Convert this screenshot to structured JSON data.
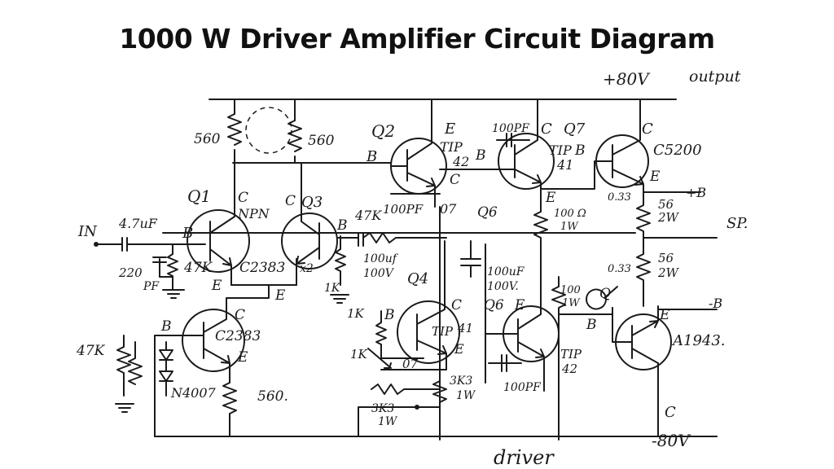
{
  "title": "1000 W Driver Amplifier Circuit Diagram",
  "labels": {
    "plus80v": "+80V",
    "output": "output",
    "minus80v": "-80V",
    "driver": "driver",
    "in": "IN",
    "cap_in": "4.7uF",
    "r_220pf": "220",
    "pf": "PF",
    "r_47k": "47K",
    "r_560_a": "560",
    "r_560_b": "560",
    "q1": "Q1",
    "q1_c": "C",
    "q1_npn": "NPN",
    "q1_b": "B",
    "q1_e": "E",
    "q1_part": "C2383",
    "q2": "Q2",
    "q2_e": "E",
    "q2_tip": "TIP",
    "q2_tip_no": "42",
    "q2_b": "B",
    "q2_c": "C",
    "q3": "Q3",
    "q3_c": "C",
    "q3_b": "B",
    "q3_x2": "x2",
    "q3_e": "E",
    "r_47k_series": "47K",
    "c_100pf_a": "100PF",
    "r_07_a": "07",
    "q6_top": "Q6",
    "c_100pf_b": "100PF",
    "q7": "Q7",
    "q7_c": "C",
    "q7_tip": "TIP",
    "q7_tip_no": "41",
    "q7_b": "B",
    "q7_e": "E",
    "r_100ohm_1w_a": "100 Ω",
    "r_1w_a": "1W",
    "q8_c": "C",
    "q8_part": "C5200",
    "q8_b": "B",
    "q8_e": "E",
    "r_033_a": "0.33",
    "r_56_a": "56",
    "r_2w_a": "2W",
    "plus_b": "+B",
    "sp": "SP.",
    "r_033_b": "0.33",
    "r_56_b": "56",
    "r_2w_b": "2W",
    "cap_100uf_a": "100uf",
    "cap_100v_a": "100V",
    "r_1k_a": "1K",
    "cap_100uf_b": "100uF",
    "cap_100v_b": "100V.",
    "q4": "Q4",
    "q4_c": "C",
    "q4_b": "B",
    "q4_tip": "TIP",
    "q4_tip_no": "41",
    "q4_e": "E",
    "r_1k_b": "1K",
    "r_1k_c": "1K",
    "r_07_b": "07",
    "r_3k3_a": "3K3",
    "r_1w_b": "1W",
    "r_3k3_b": "3K3",
    "r_1w_c": "1W",
    "q5_c": "C",
    "q5_b": "B",
    "q5_part": "C2383",
    "q5_e": "E",
    "r_47k_b": "47K",
    "diode": "N4007",
    "r_560_c": "560.",
    "q6": "Q6",
    "q6_e": "E",
    "r_100ohm_b": "100",
    "r_1w_d": "1W",
    "q6_b": "B",
    "q6_tip": "TIP",
    "q6_tip_no": "42",
    "c_100pf_c": "100PF",
    "q9": "Q",
    "q9_e": "E",
    "minus_b": "-B",
    "q9_part": "A1943.",
    "q9_c": "C"
  }
}
